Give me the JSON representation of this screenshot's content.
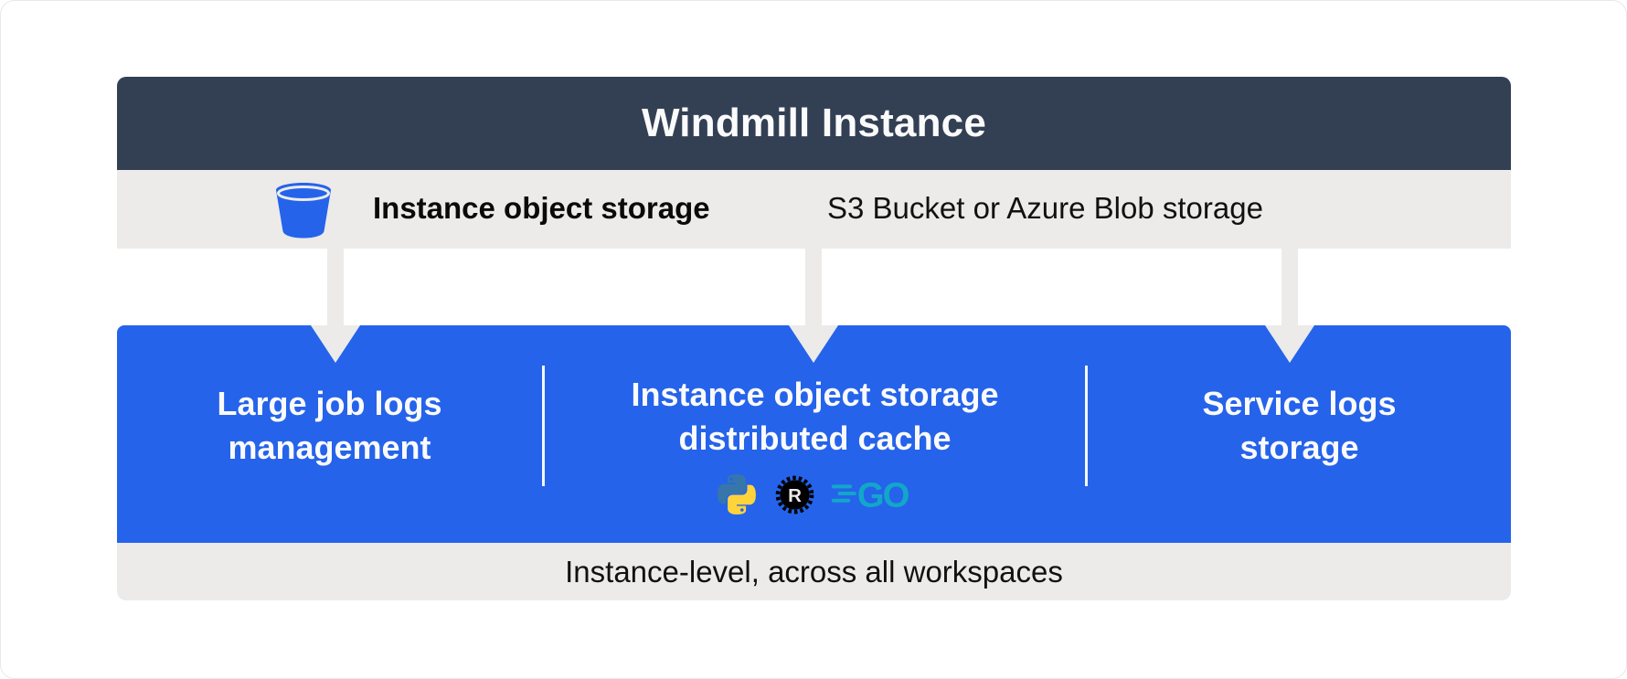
{
  "header": {
    "title": "Windmill Instance"
  },
  "storage_bar": {
    "icon": "bucket-icon",
    "label": "Instance object storage",
    "description": "S3 Bucket or Azure Blob storage"
  },
  "panel": {
    "sections": [
      {
        "lines": [
          "Large job logs",
          "management"
        ]
      },
      {
        "lines": [
          "Instance object storage",
          "distributed cache"
        ],
        "languages": [
          {
            "name": "python-icon"
          },
          {
            "name": "rust-icon",
            "letter": "R"
          },
          {
            "name": "go-icon",
            "text": "GO"
          }
        ]
      },
      {
        "lines": [
          "Service logs",
          "storage"
        ]
      }
    ]
  },
  "footer": {
    "label": "Instance-level, across all workspaces"
  },
  "colors": {
    "header_bg": "#334054",
    "bar_bg": "#ECEBEA",
    "panel_bg": "#2563EB",
    "bucket_blue": "#2563EB",
    "divider_white": "#FFFFFF",
    "python_blue": "#3776AB",
    "python_yellow": "#FFD43B",
    "rust_black": "#000000",
    "go_teal": "#12A7C9"
  }
}
